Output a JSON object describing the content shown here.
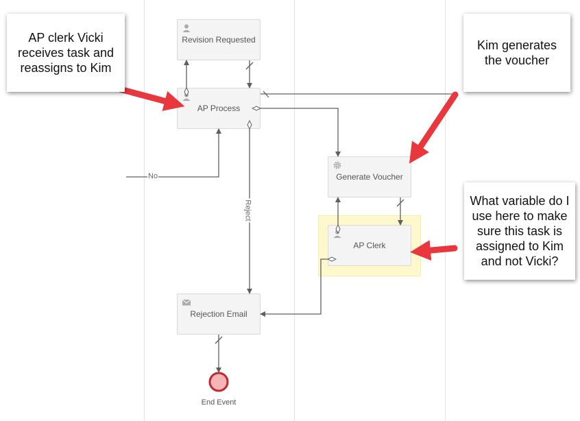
{
  "nodes": {
    "revision_requested": "Revision Requested",
    "ap_process": "AP Process",
    "generate_voucher": "Generate Voucher",
    "ap_clerk": "AP Clerk",
    "rejection_email": "Rejection Email",
    "end_event": "End Event"
  },
  "edge_labels": {
    "no": "No",
    "reject": "Reject"
  },
  "callouts": {
    "vicki": "AP clerk Vicki receives task and reassigns to Kim",
    "kim": "Kim generates the voucher",
    "question": "What variable do I use here to make sure this task is assigned to Kim and not Vicki?"
  },
  "colors": {
    "arrow": "#e8373d",
    "edge": "#5f5f5f",
    "highlight": "#fff8cc",
    "end_fill": "#f5b5b5",
    "end_stroke": "#c0282d"
  },
  "icons": {
    "user_task": "person-icon",
    "service_task": "gear-icon",
    "send_task": "envelope-icon"
  }
}
